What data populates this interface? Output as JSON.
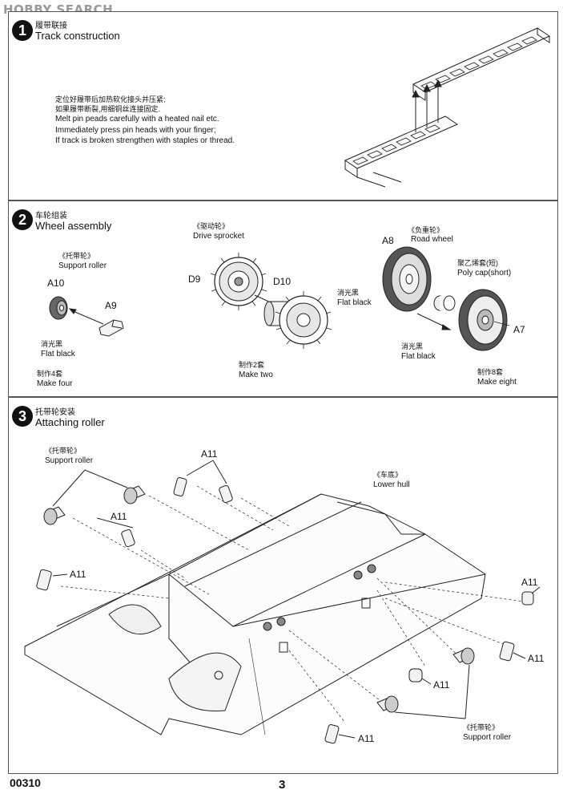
{
  "watermark": "HOBBY SEARCH",
  "steps": [
    {
      "number": "1",
      "title_zh": "履带联接",
      "title_en": "Track construction",
      "instructions": [
        "定位好履带后加热软化接头并压紧;",
        "如果履带断裂,用细铜丝连接固定.",
        "Melt pin peads carefully with a heated nail etc.",
        "Immediately press pin heads with your finger;",
        "If track is broken strengthen with staples or thread."
      ]
    },
    {
      "number": "2",
      "title_zh": "车轮组装",
      "title_en": "Wheel assembly",
      "support_roller": {
        "name_zh": "《托带轮》",
        "name_en": "Support roller",
        "parts": [
          "A10",
          "A9"
        ],
        "paint_zh": "消光黑",
        "paint_en": "Flat black",
        "make_zh": "制作4套",
        "make_en": "Make four"
      },
      "drive_sprocket": {
        "name_zh": "《驱动轮》",
        "name_en": "Drive sprocket",
        "parts": [
          "D9",
          "D10"
        ],
        "make_zh": "制作2套",
        "make_en": "Make two"
      },
      "road_wheel": {
        "name_zh": "《负重轮》",
        "name_en": "Road wheel",
        "parts": [
          "A8",
          "A7"
        ],
        "cap_zh": "聚乙烯套(短)",
        "cap_en": "Poly cap(short)",
        "paint_zh": "消光黑",
        "paint_en": "Flat black",
        "paint2_zh": "消光黑",
        "paint2_en": "Flat black",
        "make_zh": "制作8套",
        "make_en": "Make eight"
      }
    },
    {
      "number": "3",
      "title_zh": "托带轮安装",
      "title_en": "Attaching roller",
      "support_roller_zh": "《托带轮》",
      "support_roller_en": "Support roller",
      "lower_hull_zh": "《车底》",
      "lower_hull_en": "Lower hull",
      "part": "A11"
    }
  ],
  "footer": {
    "code": "00310",
    "page": "3"
  }
}
